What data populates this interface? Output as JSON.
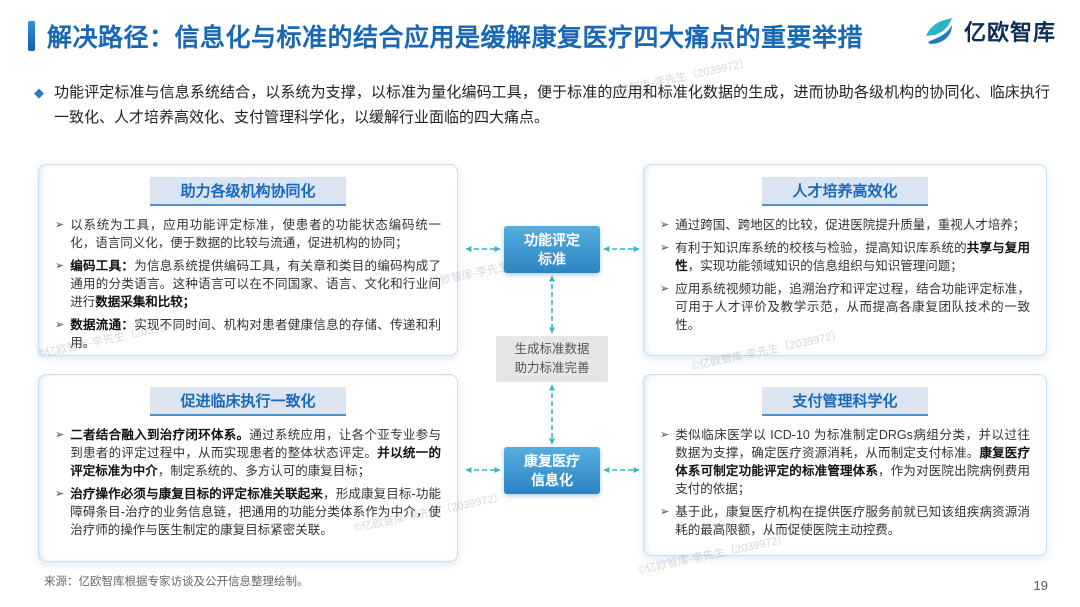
{
  "page": {
    "title": "解决路径：信息化与标准的结合应用是缓解康复医疗四大痛点的重要举措",
    "logo_text": "亿欧智库",
    "intro_glyph": "◆",
    "intro": "功能评定标准与信息系统结合，以系统为支撑，以标准为量化编码工具，便于标准的应用和标准化数据的生成，进而协助各级机构的协同化、临床执行一致化、人才培养高效化、支付管理科学化，以缓解行业面临的四大痛点。",
    "source": "来源：亿欧智库根据专家访谈及公开信息整理绘制。",
    "page_number": "19",
    "watermark": "©亿欧智库-李先生（2039972）"
  },
  "ui": {
    "bullet_glyph": "➢"
  },
  "center": {
    "top_box": "功能评定\n标准",
    "middle_box": "生成标准数据\n助力标准完善",
    "bottom_box": "康复医疗\n信息化"
  },
  "panels": [
    {
      "title": "助力各级机构协同化",
      "bullets": [
        [
          {
            "t": "以系统为工具，应用功能评定标准，使患者的功能状态编码统一化，语言同义化，便于数据的比较与流通，促进机构的协同；",
            "b": false
          }
        ],
        [
          {
            "t": "编码工具：",
            "b": true
          },
          {
            "t": "为信息系统提供编码工具，有关章和类目的编码构成了通用的分类语言。这种语言可以在不同国家、语言、文化和行业间进行",
            "b": false
          },
          {
            "t": "数据采集和比较；",
            "b": true
          }
        ],
        [
          {
            "t": "数据流通：",
            "b": true
          },
          {
            "t": "实现不同时间、机构对患者健康信息的存储、传递和利用。",
            "b": false
          }
        ]
      ]
    },
    {
      "title": "人才培养高效化",
      "bullets": [
        [
          {
            "t": "通过跨国、跨地区的比较，促进医院提升质量，重视人才培养；",
            "b": false
          }
        ],
        [
          {
            "t": "有利于知识库系统的校核与检验，提高知识库系统的",
            "b": false
          },
          {
            "t": "共享与复用性",
            "b": true
          },
          {
            "t": "，实现功能领域知识的信息组织与知识管理问题；",
            "b": false
          }
        ],
        [
          {
            "t": "应用系统视频功能，追溯治疗和评定过程，结合功能评定标准，可用于人才评价及教学示范，从而提高各康复团队技术的一致性。",
            "b": false
          }
        ]
      ]
    },
    {
      "title": "促进临床执行一致化",
      "bullets": [
        [
          {
            "t": "二者结合融入到治疗闭环体系。",
            "b": true
          },
          {
            "t": "通过系统应用，让各个亚专业参与到患者的评定过程中，从而实现患者的整体状态评定。",
            "b": false
          },
          {
            "t": "并以统一的评定标准为中介",
            "b": true
          },
          {
            "t": "，制定系统的、多方认可的康复目标；",
            "b": false
          }
        ],
        [
          {
            "t": "治疗操作必须与康复目标的评定标准关联起来",
            "b": true
          },
          {
            "t": "，形成康复目标-功能障碍条目-治疗的业务信息链，把通用的功能分类体系作为中介，使治疗师的操作与医生制定的康复目标紧密关联。",
            "b": false
          }
        ]
      ]
    },
    {
      "title": "支付管理科学化",
      "bullets": [
        [
          {
            "t": "类似临床医学以 ICD-10 为标准制定DRGs病组分类，并以过往数据为支撑，确定医疗资源消耗，从而制定支付标准。",
            "b": false
          },
          {
            "t": "康复医疗体系可制定功能评定的标准管理体系",
            "b": true
          },
          {
            "t": "，作为对医院出院病例费用支付的依据；",
            "b": false
          }
        ],
        [
          {
            "t": "基于此，康复医疗机构在提供医疗服务前就已知该组疾病资源消耗的最高限额，从而促使医院主动控费。",
            "b": false
          }
        ]
      ]
    }
  ],
  "colors": {
    "title_blue": "#1a67b4",
    "panel_header_text": "#1b6ab8",
    "panel_header_bg": "#dbe5f2",
    "panel_border": "#c9def0",
    "arrow_teal": "#3ab5c8",
    "flow_box_gradient_top": "#55aede",
    "flow_box_gradient_bottom": "#2d84c3",
    "note_box_bg": "#e6e6e6"
  }
}
